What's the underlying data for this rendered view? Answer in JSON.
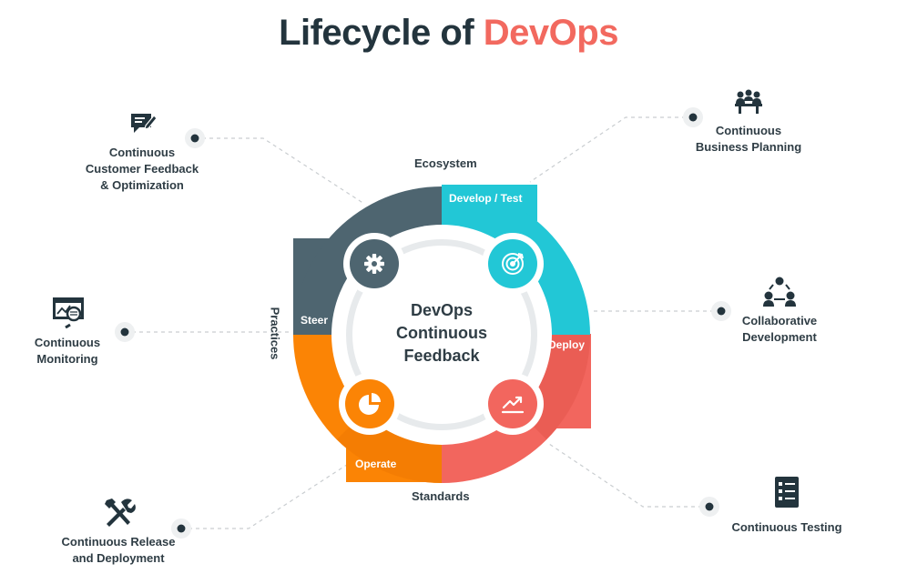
{
  "title": {
    "main": "Lifecycle of",
    "accent": "DevOps"
  },
  "ring_labels": {
    "top": "Ecosystem",
    "bottom": "Standards",
    "left": "Practices"
  },
  "segments": {
    "develop_test": "Develop / Test",
    "deploy": "Deploy",
    "operate": "Operate",
    "steer": "Steer"
  },
  "center": [
    "DevOps",
    "Continuous",
    "Feedback"
  ],
  "stages": [
    {
      "key": "feedback",
      "lines": [
        "Continuous",
        "Customer Feedback",
        "& Optimization"
      ],
      "icon": "chat-edit-icon"
    },
    {
      "key": "planning",
      "lines": [
        "Continuous",
        "Business Planning"
      ],
      "icon": "meeting-icon"
    },
    {
      "key": "monitoring",
      "lines": [
        "Continuous",
        "Monitoring"
      ],
      "icon": "monitor-search-icon"
    },
    {
      "key": "collab",
      "lines": [
        "Collaborative",
        "Development"
      ],
      "icon": "team-icon"
    },
    {
      "key": "release",
      "lines": [
        "Continuous Release",
        "and Deployment"
      ],
      "icon": "tools-icon"
    },
    {
      "key": "testing",
      "lines": [
        "Continuous Testing"
      ],
      "icon": "checklist-icon"
    }
  ],
  "colors": {
    "steer": "#4e6570",
    "develop_test": "#22c7d6",
    "deploy": "#f2665e",
    "operate": "#fb8405",
    "accent": "#f2695f",
    "dark": "#23343d"
  }
}
